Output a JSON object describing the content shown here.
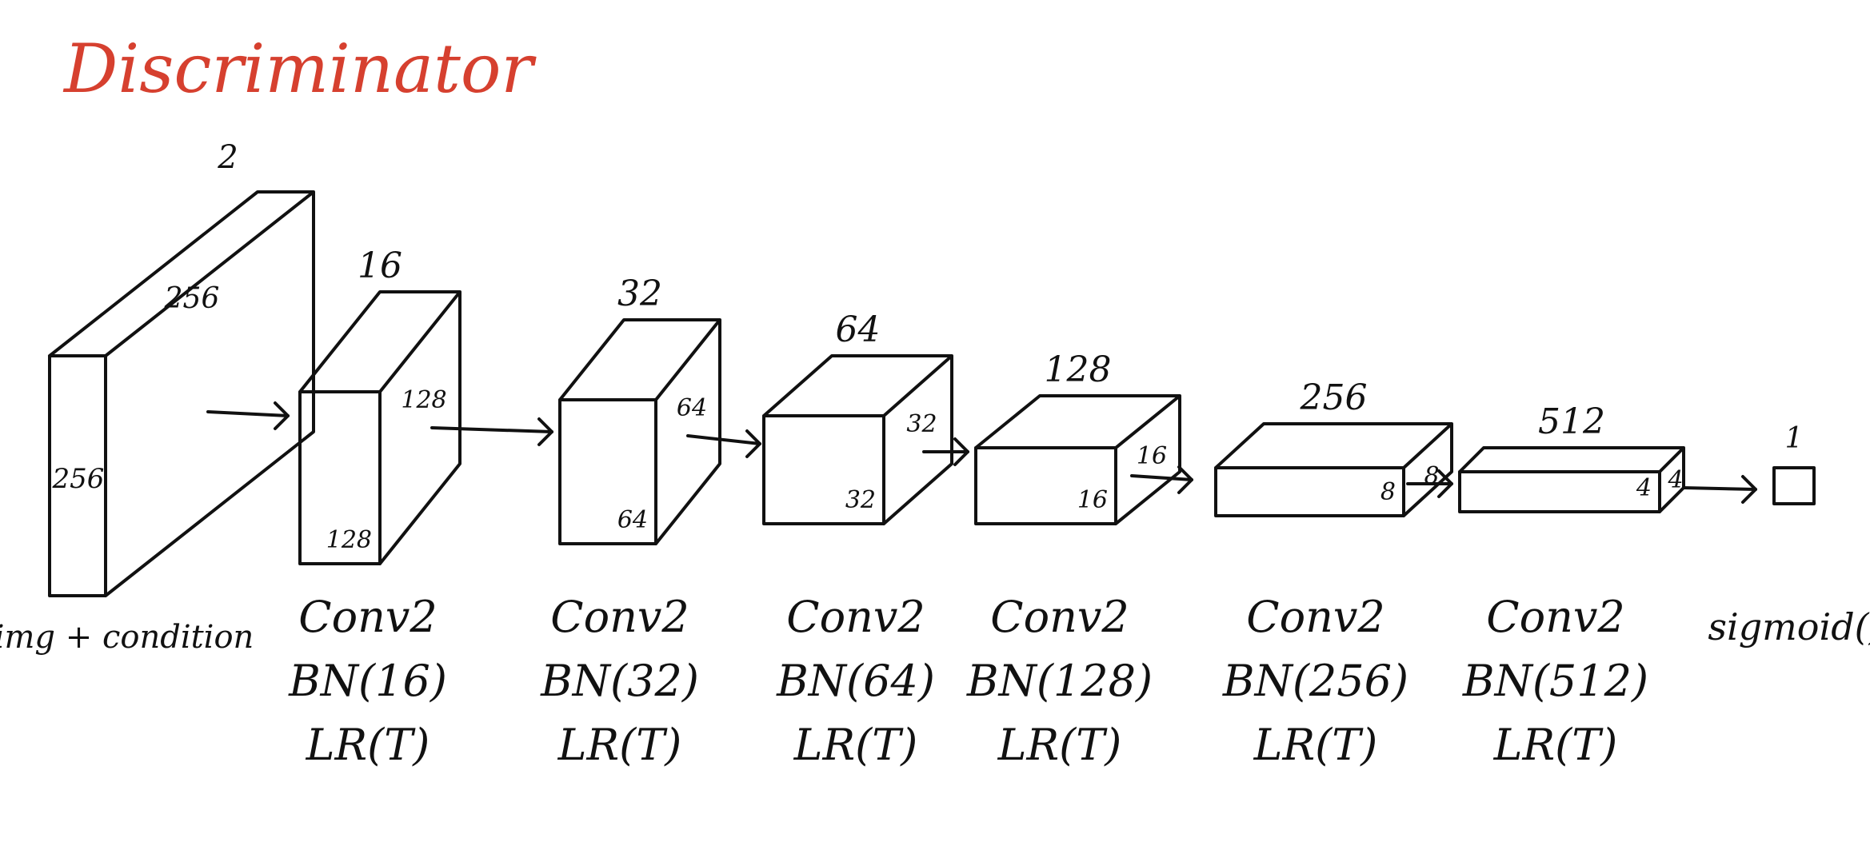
{
  "title": "Discriminator",
  "title_color": "#d6402f",
  "ink_color": "#111111",
  "input": {
    "label": "img + condition",
    "depth": "2",
    "height": "256",
    "width": "256"
  },
  "blocks": [
    {
      "depth": "16",
      "height": "128",
      "width": "128",
      "ops": [
        "Conv2",
        "BN(16)",
        "LR(T)"
      ]
    },
    {
      "depth": "32",
      "height": "64",
      "width": "64",
      "ops": [
        "Conv2",
        "BN(32)",
        "LR(T)"
      ]
    },
    {
      "depth": "64",
      "height": "32",
      "width": "32",
      "ops": [
        "Conv2",
        "BN(64)",
        "LR(T)"
      ]
    },
    {
      "depth": "128",
      "height": "16",
      "width": "16",
      "ops": [
        "Conv2",
        "BN(128)",
        "LR(T)"
      ]
    },
    {
      "depth": "256",
      "height": "8",
      "width": "8",
      "ops": [
        "Conv2",
        "BN(256)",
        "LR(T)"
      ]
    },
    {
      "depth": "512",
      "height": "4",
      "width": "4",
      "ops": [
        "Conv2",
        "BN(512)",
        "LR(T)"
      ]
    }
  ],
  "output": {
    "size": "1",
    "label": "sigmoid()"
  }
}
